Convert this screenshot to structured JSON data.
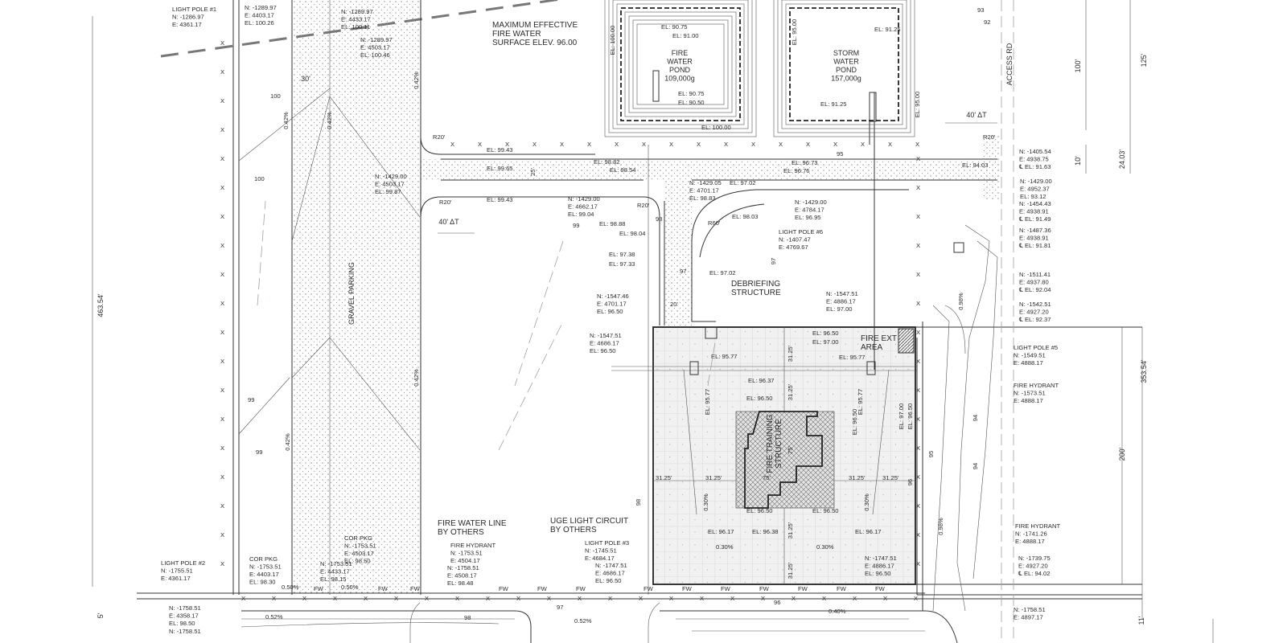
{
  "drawing": {
    "colors": {
      "linework": "#333333",
      "background": "#ffffff",
      "contour_faint": "#9aa3ab"
    },
    "labels": {
      "lp1": [
        "LIGHT POLE #1",
        "N: -1286.97",
        "E: 4361.17"
      ],
      "a1": [
        "N: -1289.97",
        "E: 4403.17",
        "EL: 100.26"
      ],
      "a2": [
        "N: -1289.97",
        "E: 4433.17",
        "EL: 100.11"
      ],
      "a3": [
        "N: -1289.97",
        "E: 4503.17",
        "EL: 100.46"
      ],
      "fwnote": [
        "MAXIMUM EFFECTIVE",
        "FIRE WATER",
        "SURFACE ELEV. 96.00"
      ],
      "a4": [
        "N: -1429.00",
        "E: 4503.17",
        "EL: 99.87"
      ],
      "el9943a": [
        "EL: 99.43"
      ],
      "el9965": [
        "EL: 99.65"
      ],
      "el9943b": [
        "EL: 99.43"
      ],
      "el9882": [
        "EL: 98.82"
      ],
      "el9854": [
        "EL: 98.54"
      ],
      "a5": [
        "N: -1429.00",
        "E: 4662.17",
        "EL: 99.04"
      ],
      "el9888": [
        "EL: 98.88"
      ],
      "el9804": [
        "EL: 98.04"
      ],
      "a6": [
        "N: -1429.05",
        "E: 4701.17",
        "EL: 98.83"
      ],
      "el9702a": [
        "EL: 97.02"
      ],
      "el9803": [
        "EL: 98.03"
      ],
      "el9673": [
        "EL: 96.73"
      ],
      "el9676": [
        "EL: 96.76"
      ],
      "el9403": [
        "EL: 94.03"
      ],
      "a7": [
        "N: -1429.00",
        "E: 4784.17",
        "EL: 96.95"
      ],
      "lp6": [
        "LIGHT POLE #6",
        "N: -1407.47",
        "E: 4769.67"
      ],
      "el9738": [
        "EL: 97.38"
      ],
      "el9733": [
        "EL: 97.33"
      ],
      "el9702b": [
        "EL: 97.02"
      ],
      "debrief": [
        "DEBRIEFING",
        "STRUCTURE"
      ],
      "a8": [
        "N: -1547.46",
        "E: 4701.17",
        "EL: 96.50"
      ],
      "a9": [
        "N: -1547.51",
        "E: 4686.17",
        "EL: 96.50"
      ],
      "a10": [
        "N: -1547.51",
        "E: 4886.17",
        "EL: 97.00"
      ],
      "el9650a": [
        "EL: 96.50"
      ],
      "el9700a": [
        "EL: 97.00"
      ],
      "fireext": [
        "FIRE EXT",
        "AREA"
      ],
      "el9577a": [
        "EL: 95.77"
      ],
      "el9577b": [
        "EL: 95.77"
      ],
      "el9637": [
        "EL: 96.37"
      ],
      "el9650b": [
        "EL: 96.50"
      ],
      "el9577c": [
        "EL: 95.77"
      ],
      "el9577d": [
        "EL: 95.77"
      ],
      "structure": [
        "FIRE TRAINING",
        "STRUCTURE"
      ],
      "el9650c": [
        "EL: 96.50"
      ],
      "el9700b": [
        "EL: 97.00"
      ],
      "el9650f": [
        "EL: 96.50"
      ],
      "el9650d": [
        "EL: 96.50"
      ],
      "el9650e": [
        "EL: 96.50"
      ],
      "el9617a": [
        "EL: 96.17"
      ],
      "el9638": [
        "EL: 96.38"
      ],
      "el9617b": [
        "EL: 96.17"
      ],
      "s030a": [
        "0.30%"
      ],
      "s030b": [
        "0.30%"
      ],
      "s030c": [
        "0.30%"
      ],
      "s030d": [
        "0.30%"
      ],
      "a11": [
        "N: -1747.51",
        "E: 4886.17",
        "EL: 96.50"
      ],
      "lp3": [
        "LIGHT POLE #3",
        "N: -1745.51",
        "E: 4684.17"
      ],
      "a12": [
        "N: -1747.51",
        "E: 4686.17",
        "EL: 96.50"
      ],
      "fwline": [
        "FIRE WATER LINE",
        "BY OTHERS"
      ],
      "uge": [
        "UGE LIGHT CIRCUIT",
        "BY OTHERS"
      ],
      "corpkg2": [
        "COR PKG",
        "N: -1753.51",
        "E: 4503.17",
        "EL: 98.50"
      ],
      "a13": [
        "N: -1753.51",
        "E: 4433.17",
        "EL: 98.15"
      ],
      "corpkg1": [
        "COR PKG",
        "N: -1753.51",
        "E: 4403.17",
        "EL: 98.30"
      ],
      "fh1": [
        "FIRE HYDRANT",
        "N: -1753.51",
        "E: 4504.17"
      ],
      "a14": [
        "N: -1758.51",
        "E: 4508.17",
        "EL: 98.48"
      ],
      "lp2": [
        "LIGHT POLE #2",
        "N: -1755.51",
        "E: 4361.17"
      ],
      "a15": [
        "N: -1758.51",
        "E: 4358.17",
        "EL: 98.50"
      ],
      "a16": [
        "N: -1758.51"
      ],
      "r1": [
        "N: -1405.54",
        "E: 4938.75",
        "℄ EL: 91.63"
      ],
      "r2": [
        "N: -1429.00",
        "E: 4952.37",
        "EL: 93.12"
      ],
      "r3": [
        "N: -1454.43",
        "E: 4938.91",
        "℄ EL: 91.49"
      ],
      "r4": [
        "N: -1487.36",
        "E: 4938.91",
        "℄ EL: 91.81"
      ],
      "r5": [
        "N: -1511.41",
        "E: 4937.80",
        "℄ EL: 92.04"
      ],
      "r6": [
        "N: -1542.51",
        "E: 4927.20",
        "℄ EL: 92.37"
      ],
      "lp5": [
        "LIGHT POLE #5",
        "N: -1549.51",
        "E: 4888.17"
      ],
      "fh2": [
        "FIRE HYDRANT",
        "N: -1573.51",
        "E: 4888.17"
      ],
      "fh3": [
        "FIRE HYDRANT",
        "N: -1741.26",
        "E: 4888.17"
      ],
      "r7": [
        "N: -1739.75",
        "E: 4927.20",
        "℄ EL: 94.02"
      ],
      "r8": [
        "N: -1758.51",
        "E: 4897.17"
      ],
      "firepond": [
        "FIRE",
        "WATER",
        "POND",
        "109,000g"
      ],
      "stormpond": [
        "STORM",
        "WATER",
        "POND",
        "157,000g"
      ],
      "pel1": [
        "EL: 90.75"
      ],
      "pel2": [
        "EL: 91.00"
      ],
      "pel3": [
        "EL: 90.75"
      ],
      "pel4": [
        "EL: 90.50"
      ],
      "pel5": [
        "EL: 100.00"
      ],
      "pel6": [
        "EL: 100.00"
      ],
      "sel1": [
        "EL: 91.25"
      ],
      "sel2": [
        "EL: 91.25"
      ],
      "sel3": [
        "EL: 95.00"
      ],
      "sel4": [
        "EL: 95.00"
      ],
      "gravel": [
        "GRAVEL PARKING"
      ],
      "access": [
        "ACCESS RD"
      ],
      "d30": [
        "30'"
      ],
      "d40a": [
        "40' ΔT"
      ],
      "d40b": [
        "40' ΔT"
      ],
      "d25": [
        "25'"
      ],
      "d20": [
        "20'"
      ],
      "d463": [
        "463.54'"
      ],
      "d100": [
        "100'"
      ],
      "d125": [
        "125'"
      ],
      "d10": [
        "10'"
      ],
      "d2403": [
        "24.03'"
      ],
      "d353": [
        "353.54'"
      ],
      "d200": [
        "200'"
      ],
      "d5": [
        "5'"
      ],
      "d11": [
        "11'"
      ],
      "d75a": [
        "75'"
      ],
      "d75b": [
        "75'"
      ],
      "c3125a": [
        "31.25'"
      ],
      "c3125b": [
        "31.25'"
      ],
      "c3125c": [
        "31.25'"
      ],
      "c3125d": [
        "31.25'"
      ],
      "c3125e": [
        "31.25'"
      ],
      "c3125f": [
        "31.25'"
      ],
      "c3125g": [
        "31.25'"
      ],
      "c3125h": [
        "31.25'"
      ],
      "s042a": [
        "0.42%"
      ],
      "s042b": [
        "0.42%"
      ],
      "s042c": [
        "0.42%"
      ],
      "s042d": [
        "0.42%"
      ],
      "s042e": [
        "0.42%"
      ],
      "s050a": [
        "0.50%"
      ],
      "s050b": [
        "0.50%"
      ],
      "s052a": [
        "0.52%"
      ],
      "s052b": [
        "0.52%"
      ],
      "s040": [
        "0.40%"
      ],
      "s098a": [
        "0.98%"
      ],
      "s098b": [
        "0.98%"
      ],
      "r20a": [
        "R20'"
      ],
      "r20b": [
        "R20'"
      ],
      "r20c": [
        "R20'"
      ],
      "r20d": [
        "R20'"
      ],
      "r60": [
        "R60'"
      ],
      "k100a": [
        "100"
      ],
      "k100b": [
        "100"
      ],
      "k99a": [
        "99"
      ],
      "k99b": [
        "99"
      ],
      "k99c": [
        "99"
      ],
      "k98a": [
        "98"
      ],
      "k98b": [
        "98"
      ],
      "k98c": [
        "98"
      ],
      "k97a": [
        "97"
      ],
      "k97b": [
        "97"
      ],
      "k97c": [
        "97"
      ],
      "k96a": [
        "96"
      ],
      "k96b": [
        "96"
      ],
      "k95a": [
        "95"
      ],
      "k95b": [
        "95"
      ],
      "k94a": [
        "94"
      ],
      "k94b": [
        "94"
      ],
      "k93a": [
        "93"
      ],
      "k92a": [
        "92"
      ]
    },
    "fw_marker": "FW",
    "fence_marker": "X"
  }
}
